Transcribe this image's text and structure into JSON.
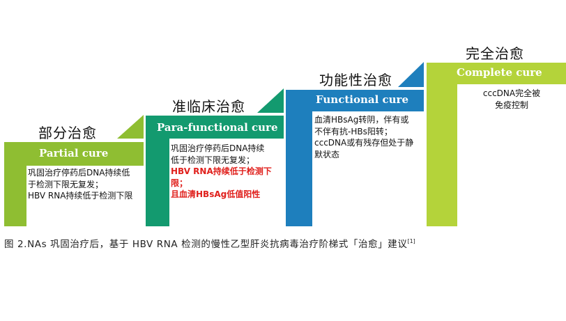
{
  "colors": {
    "step1": "#8fbe32",
    "step2": "#139a6f",
    "step3": "#1e7fbd",
    "step4": "#b4d33a"
  },
  "steps": [
    {
      "title": "部分治愈",
      "label": "Partial cure",
      "lines": [
        {
          "text": "巩固治疗停药后DNA持续低",
          "red": false
        },
        {
          "text": "于检测下限无复发；",
          "red": false
        },
        {
          "text": "HBV RNA持续低于检测下限",
          "red": false
        }
      ]
    },
    {
      "title": "准临床治愈",
      "label": "Para-functional cure",
      "lines": [
        {
          "text": "巩固治疗停药后DNA持续",
          "red": false
        },
        {
          "text": "低于检测下限无复发；",
          "red": false
        },
        {
          "text": "HBV RNA持续低于检测下",
          "red": true
        },
        {
          "text": "限；",
          "red": true
        },
        {
          "text": "且血清HBsAg低值阳性",
          "red": true
        }
      ]
    },
    {
      "title": "功能性治愈",
      "label": "Functional cure",
      "lines": [
        {
          "text": "血清HBsAg转阴，伴有或",
          "red": false
        },
        {
          "text": "不伴有抗-HBs阳转；",
          "red": false
        },
        {
          "text": "cccDNA或有残存但处于静",
          "red": false
        },
        {
          "text": "默状态",
          "red": false
        }
      ]
    },
    {
      "title": "完全治愈",
      "label": "Complete cure",
      "lines": [
        {
          "text": "cccDNA完全被",
          "red": false
        },
        {
          "text": "免疫控制",
          "red": false
        }
      ]
    }
  ],
  "caption": {
    "text": "图 2.NAs 巩固治疗后，基于 HBV RNA 检测的慢性乙型肝炎抗病毒治疗阶梯式「治愈」建议",
    "ref": "[1]"
  }
}
